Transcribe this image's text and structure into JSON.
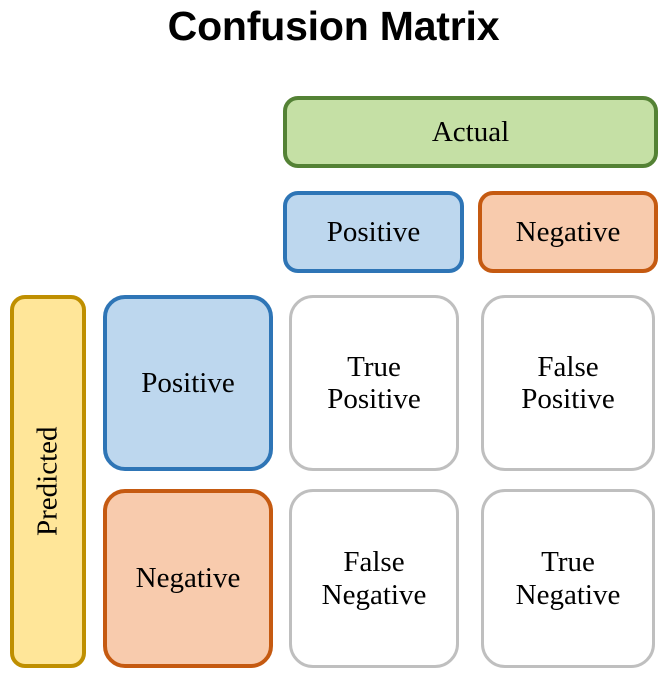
{
  "title": "Confusion Matrix",
  "colors": {
    "actual_fill": "#c5e0a5",
    "actual_border": "#548235",
    "positive_fill": "#bdd7ee",
    "positive_border": "#2e75b6",
    "negative_fill": "#f8cbad",
    "negative_border": "#c55a11",
    "predicted_fill": "#ffe699",
    "predicted_border": "#bf8f00",
    "cell_fill": "#ffffff",
    "cell_border": "#bfbfbf",
    "text": "#000000"
  },
  "axes": {
    "columns_group_label": "Actual",
    "rows_group_label": "Predicted",
    "column_headers": [
      "Positive",
      "Negative"
    ],
    "row_headers": [
      "Positive",
      "Negative"
    ]
  },
  "cells": {
    "true_positive": {
      "line1": "True",
      "line2": "Positive"
    },
    "false_positive": {
      "line1": "False",
      "line2": "Positive"
    },
    "false_negative": {
      "line1": "False",
      "line2": "Negative"
    },
    "true_negative": {
      "line1": "True",
      "line2": "Negative"
    }
  },
  "chart_data": {
    "type": "table",
    "title": "Confusion Matrix",
    "xlabel": "Actual",
    "ylabel": "Predicted",
    "categories": [
      "Positive",
      "Negative"
    ],
    "rows": [
      "Positive",
      "Negative"
    ],
    "values": [
      [
        "True Positive",
        "False Positive"
      ],
      [
        "False Negative",
        "True Negative"
      ]
    ],
    "grid": false,
    "legend": "none"
  }
}
